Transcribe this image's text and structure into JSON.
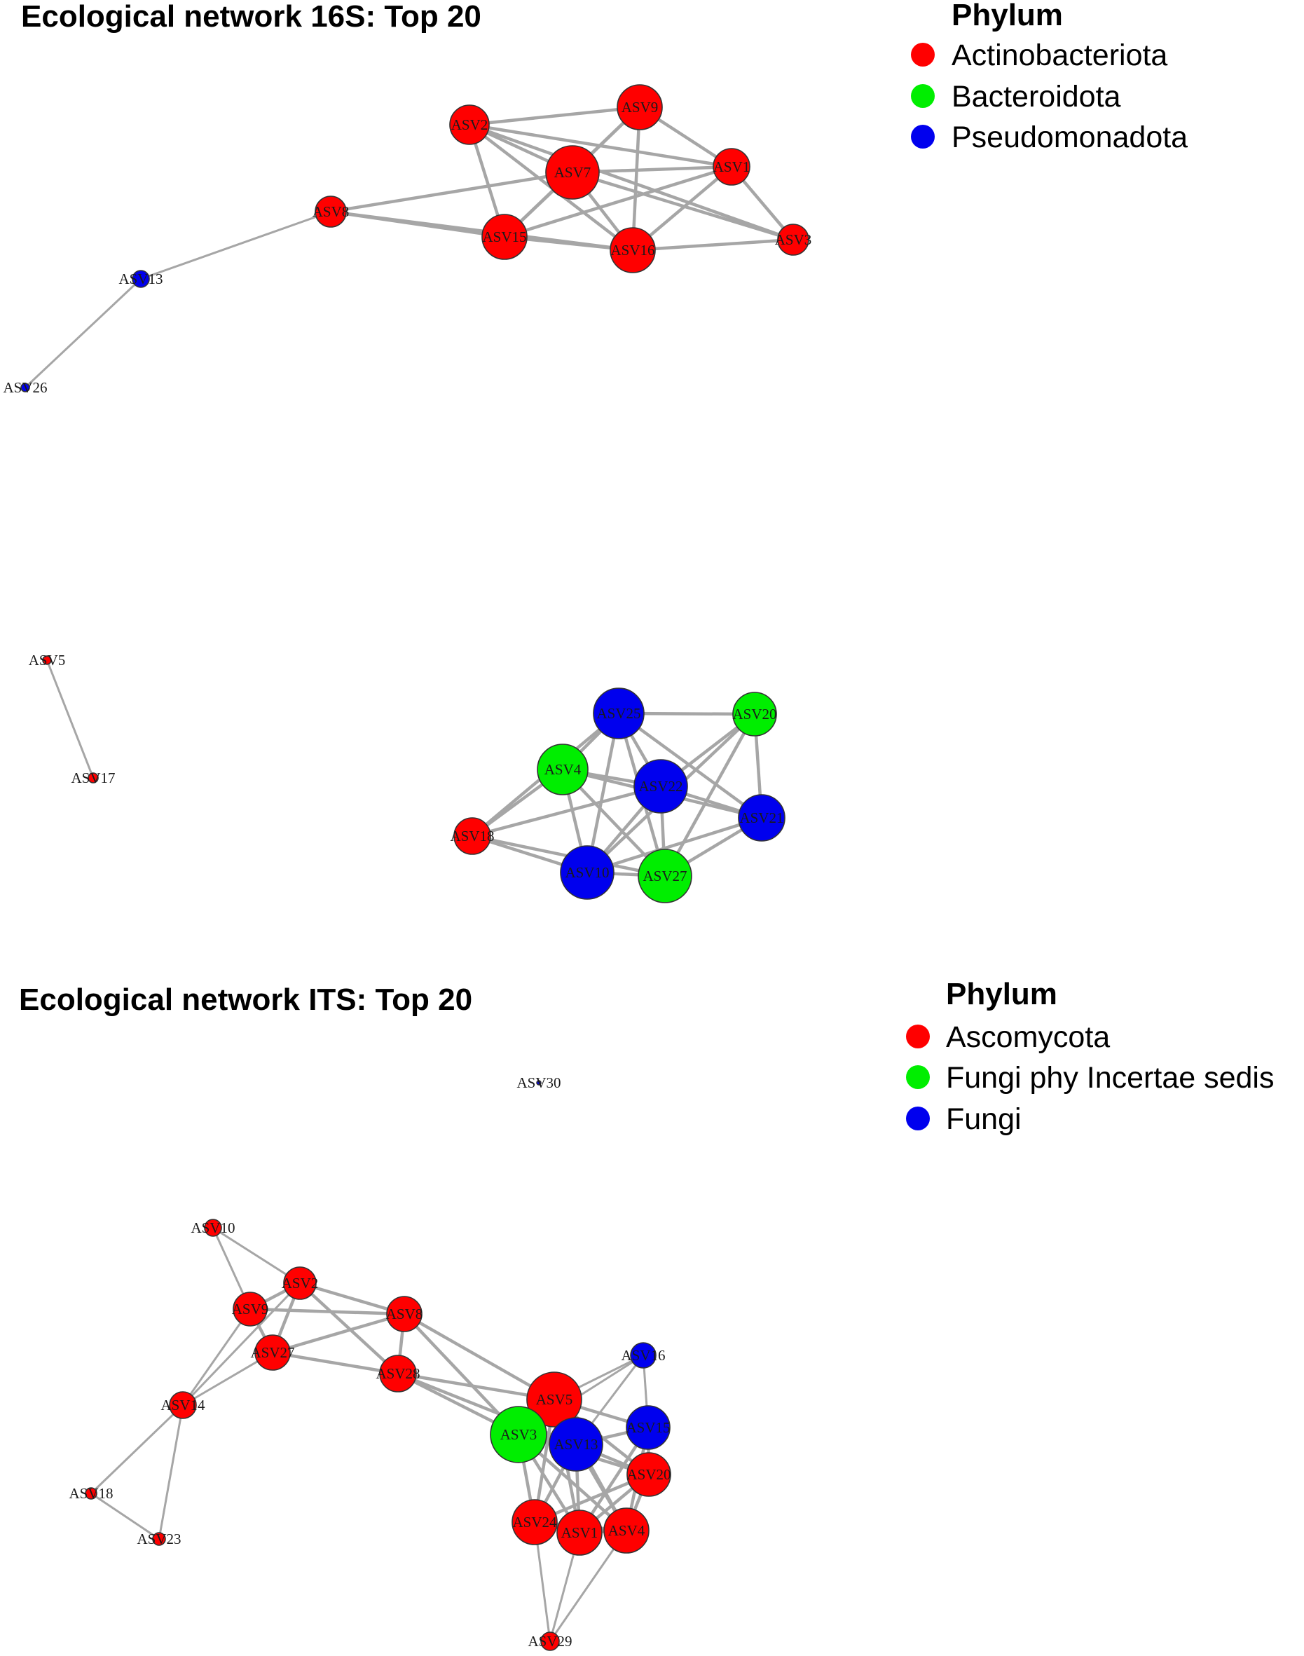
{
  "colors": {
    "red": "#ff0000",
    "green": "#00ee00",
    "blue": "#0000ee",
    "edge": "#a6a6a6"
  },
  "networks": [
    {
      "id": "16s",
      "title": "Ecological network 16S: Top 20",
      "legend": {
        "title": "Phylum",
        "items": [
          {
            "label": "Actinobacteriota",
            "color": "#ff0000"
          },
          {
            "label": "Bacteroidota",
            "color": "#00ee00"
          },
          {
            "label": "Pseudomonadota",
            "color": "#0000ee"
          }
        ]
      }
    },
    {
      "id": "its",
      "title": "Ecological network ITS: Top 20",
      "legend": {
        "title": "Phylum",
        "items": [
          {
            "label": "Ascomycota",
            "color": "#ff0000"
          },
          {
            "label": "Fungi phy Incertae sedis",
            "color": "#00ee00"
          },
          {
            "label": "Fungi",
            "color": "#0000ee"
          }
        ]
      }
    }
  ],
  "graph16s": {
    "nodes": [
      {
        "id": "ASV2",
        "label": "ASV2",
        "color": "#ff0000"
      },
      {
        "id": "ASV9",
        "label": "ASV9",
        "color": "#ff0000"
      },
      {
        "id": "ASV7",
        "label": "ASV7",
        "color": "#ff0000"
      },
      {
        "id": "ASV1",
        "label": "ASV1",
        "color": "#ff0000"
      },
      {
        "id": "ASV3",
        "label": "ASV3",
        "color": "#ff0000"
      },
      {
        "id": "ASV15",
        "label": "ASV15",
        "color": "#ff0000"
      },
      {
        "id": "ASV16",
        "label": "ASV16",
        "color": "#ff0000"
      },
      {
        "id": "ASV8",
        "label": "ASV8",
        "color": "#ff0000"
      },
      {
        "id": "ASV13",
        "label": "ASV13",
        "color": "#0000ee"
      },
      {
        "id": "ASV26",
        "label": "ASV26",
        "color": "#0000ee"
      },
      {
        "id": "ASV5",
        "label": "ASV5",
        "color": "#ff0000"
      },
      {
        "id": "ASV17",
        "label": "ASV17",
        "color": "#ff0000"
      },
      {
        "id": "ASV25",
        "label": "ASV25",
        "color": "#0000ee"
      },
      {
        "id": "ASV20",
        "label": "ASV20",
        "color": "#00ee00"
      },
      {
        "id": "ASV4",
        "label": "ASV4",
        "color": "#00ee00"
      },
      {
        "id": "ASV22",
        "label": "ASV22",
        "color": "#0000ee"
      },
      {
        "id": "ASV21",
        "label": "ASV21",
        "color": "#0000ee"
      },
      {
        "id": "ASV18",
        "label": "ASV18",
        "color": "#ff0000"
      },
      {
        "id": "ASV10",
        "label": "ASV10",
        "color": "#0000ee"
      },
      {
        "id": "ASV27",
        "label": "ASV27",
        "color": "#00ee00"
      }
    ],
    "edges": [
      [
        "ASV2",
        "ASV9"
      ],
      [
        "ASV2",
        "ASV7"
      ],
      [
        "ASV2",
        "ASV15"
      ],
      [
        "ASV2",
        "ASV16"
      ],
      [
        "ASV2",
        "ASV1"
      ],
      [
        "ASV2",
        "ASV3"
      ],
      [
        "ASV9",
        "ASV7"
      ],
      [
        "ASV9",
        "ASV15"
      ],
      [
        "ASV9",
        "ASV16"
      ],
      [
        "ASV9",
        "ASV1"
      ],
      [
        "ASV7",
        "ASV1"
      ],
      [
        "ASV7",
        "ASV15"
      ],
      [
        "ASV7",
        "ASV16"
      ],
      [
        "ASV7",
        "ASV3"
      ],
      [
        "ASV7",
        "ASV8"
      ],
      [
        "ASV1",
        "ASV3"
      ],
      [
        "ASV1",
        "ASV15"
      ],
      [
        "ASV1",
        "ASV16"
      ],
      [
        "ASV15",
        "ASV16"
      ],
      [
        "ASV16",
        "ASV3"
      ],
      [
        "ASV8",
        "ASV15"
      ],
      [
        "ASV8",
        "ASV16"
      ],
      [
        "ASV8",
        "ASV13"
      ],
      [
        "ASV13",
        "ASV26"
      ],
      [
        "ASV5",
        "ASV17"
      ],
      [
        "ASV25",
        "ASV20"
      ],
      [
        "ASV25",
        "ASV4"
      ],
      [
        "ASV25",
        "ASV22"
      ],
      [
        "ASV25",
        "ASV21"
      ],
      [
        "ASV25",
        "ASV10"
      ],
      [
        "ASV25",
        "ASV27"
      ],
      [
        "ASV25",
        "ASV18"
      ],
      [
        "ASV4",
        "ASV22"
      ],
      [
        "ASV4",
        "ASV18"
      ],
      [
        "ASV4",
        "ASV10"
      ],
      [
        "ASV4",
        "ASV27"
      ],
      [
        "ASV4",
        "ASV21"
      ],
      [
        "ASV22",
        "ASV20"
      ],
      [
        "ASV22",
        "ASV21"
      ],
      [
        "ASV22",
        "ASV10"
      ],
      [
        "ASV22",
        "ASV27"
      ],
      [
        "ASV22",
        "ASV18"
      ],
      [
        "ASV20",
        "ASV21"
      ],
      [
        "ASV20",
        "ASV10"
      ],
      [
        "ASV20",
        "ASV27"
      ],
      [
        "ASV21",
        "ASV27"
      ],
      [
        "ASV21",
        "ASV10"
      ],
      [
        "ASV18",
        "ASV10"
      ],
      [
        "ASV18",
        "ASV27"
      ],
      [
        "ASV10",
        "ASV27"
      ]
    ]
  },
  "graphits": {
    "nodes": [
      {
        "id": "ASV30",
        "label": "ASV30",
        "color": "#0000ee"
      },
      {
        "id": "ASV10",
        "label": "ASV10",
        "color": "#ff0000"
      },
      {
        "id": "ASV2",
        "label": "ASV2",
        "color": "#ff0000"
      },
      {
        "id": "ASV9",
        "label": "ASV9",
        "color": "#ff0000"
      },
      {
        "id": "ASV8",
        "label": "ASV8",
        "color": "#ff0000"
      },
      {
        "id": "ASV27",
        "label": "ASV27",
        "color": "#ff0000"
      },
      {
        "id": "ASV28",
        "label": "ASV28",
        "color": "#ff0000"
      },
      {
        "id": "ASV14",
        "label": "ASV14",
        "color": "#ff0000"
      },
      {
        "id": "ASV16",
        "label": "ASV16",
        "color": "#0000ee"
      },
      {
        "id": "ASV5",
        "label": "ASV5",
        "color": "#ff0000"
      },
      {
        "id": "ASV3",
        "label": "ASV3",
        "color": "#00ee00"
      },
      {
        "id": "ASV13",
        "label": "ASV13",
        "color": "#0000ee"
      },
      {
        "id": "ASV15",
        "label": "ASV15",
        "color": "#0000ee"
      },
      {
        "id": "ASV20",
        "label": "ASV20",
        "color": "#ff0000"
      },
      {
        "id": "ASV24",
        "label": "ASV24",
        "color": "#ff0000"
      },
      {
        "id": "ASV1",
        "label": "ASV1",
        "color": "#ff0000"
      },
      {
        "id": "ASV4",
        "label": "ASV4",
        "color": "#ff0000"
      },
      {
        "id": "ASV18",
        "label": "ASV18",
        "color": "#ff0000"
      },
      {
        "id": "ASV23",
        "label": "ASV23",
        "color": "#ff0000"
      },
      {
        "id": "ASV29",
        "label": "ASV29",
        "color": "#ff0000"
      }
    ],
    "edges": [
      [
        "ASV10",
        "ASV2"
      ],
      [
        "ASV10",
        "ASV9"
      ],
      [
        "ASV2",
        "ASV9"
      ],
      [
        "ASV2",
        "ASV27"
      ],
      [
        "ASV2",
        "ASV8"
      ],
      [
        "ASV2",
        "ASV28"
      ],
      [
        "ASV2",
        "ASV14"
      ],
      [
        "ASV9",
        "ASV27"
      ],
      [
        "ASV9",
        "ASV14"
      ],
      [
        "ASV9",
        "ASV8"
      ],
      [
        "ASV27",
        "ASV14"
      ],
      [
        "ASV27",
        "ASV28"
      ],
      [
        "ASV27",
        "ASV8"
      ],
      [
        "ASV8",
        "ASV28"
      ],
      [
        "ASV8",
        "ASV3"
      ],
      [
        "ASV8",
        "ASV5"
      ],
      [
        "ASV28",
        "ASV3"
      ],
      [
        "ASV28",
        "ASV5"
      ],
      [
        "ASV28",
        "ASV13"
      ],
      [
        "ASV14",
        "ASV18"
      ],
      [
        "ASV14",
        "ASV23"
      ],
      [
        "ASV18",
        "ASV23"
      ],
      [
        "ASV16",
        "ASV5"
      ],
      [
        "ASV16",
        "ASV15"
      ],
      [
        "ASV16",
        "ASV13"
      ],
      [
        "ASV16",
        "ASV3"
      ],
      [
        "ASV5",
        "ASV3"
      ],
      [
        "ASV5",
        "ASV13"
      ],
      [
        "ASV5",
        "ASV15"
      ],
      [
        "ASV5",
        "ASV20"
      ],
      [
        "ASV5",
        "ASV24"
      ],
      [
        "ASV5",
        "ASV1"
      ],
      [
        "ASV5",
        "ASV4"
      ],
      [
        "ASV3",
        "ASV13"
      ],
      [
        "ASV3",
        "ASV24"
      ],
      [
        "ASV3",
        "ASV1"
      ],
      [
        "ASV3",
        "ASV4"
      ],
      [
        "ASV3",
        "ASV20"
      ],
      [
        "ASV13",
        "ASV15"
      ],
      [
        "ASV13",
        "ASV20"
      ],
      [
        "ASV13",
        "ASV24"
      ],
      [
        "ASV13",
        "ASV1"
      ],
      [
        "ASV13",
        "ASV4"
      ],
      [
        "ASV15",
        "ASV20"
      ],
      [
        "ASV15",
        "ASV4"
      ],
      [
        "ASV15",
        "ASV1"
      ],
      [
        "ASV20",
        "ASV4"
      ],
      [
        "ASV20",
        "ASV1"
      ],
      [
        "ASV20",
        "ASV24"
      ],
      [
        "ASV24",
        "ASV1"
      ],
      [
        "ASV24",
        "ASV4"
      ],
      [
        "ASV24",
        "ASV29"
      ],
      [
        "ASV1",
        "ASV4"
      ],
      [
        "ASV1",
        "ASV29"
      ],
      [
        "ASV4",
        "ASV29"
      ]
    ]
  }
}
